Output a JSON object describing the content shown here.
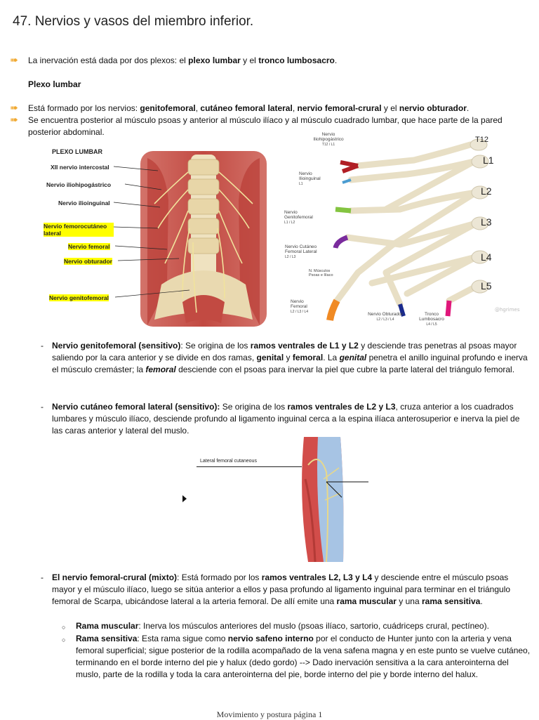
{
  "title": "47. Nervios y vasos del miembro inferior.",
  "intro": {
    "before": "La inervación está dada por dos plexos: el ",
    "plexo_lumbar": "plexo lumbar",
    "mid": " y el ",
    "tronco": "tronco lumbosacro",
    "end": "."
  },
  "heading_plexo": "Plexo lumbar",
  "line2": {
    "before": "Está formado por los nervios: ",
    "n1": "genitofemoral",
    "c1": ", ",
    "n2": "cutáneo femoral lateral",
    "c2": ", ",
    "n3": "nervio femoral-crural",
    "c3": " y el ",
    "n4": "nervio obturador",
    "end": "."
  },
  "line3": "Se encuentra posterior al músculo psoas y anterior al músculo ilíaco y al músculo cuadrado lumbar, que hace parte de la pared posterior abdominal.",
  "fig1": {
    "heading": "PLEXO LUMBAR",
    "labels": [
      "XII nervio intercostal",
      "Nervio iliohipogástrico",
      "Nervio ilioinguinal",
      "Nervio femorocutáneo lateral",
      "Nervio femoral",
      "Nervio obturador",
      "Nervio genitofemoral"
    ]
  },
  "fig2": {
    "levels": [
      "T12",
      "L1",
      "L2",
      "L3",
      "L4",
      "L5"
    ],
    "n_iliohipo": "Nervio Iliohipogástrico",
    "n_iliohipo_roots": "T12 / L1",
    "n_ilioing": "Nervio Ilioinguinal",
    "n_ilioing_roots": "L1",
    "n_genito": "Nervio Genitofemoral",
    "n_genito_roots": "L1 / L2",
    "n_cut": "Nervio Cutáneo Femoral Lateral",
    "n_cut_roots": "L2 / L3",
    "n_musc": "N. Músculos Psoas e Ilíaco",
    "n_femoral": "Nervio Femoral",
    "n_femoral_roots": "L2 / L3 / L4",
    "n_obt": "Nervio Obturador",
    "n_obt_roots": "L2 / L3 / L4",
    "n_tronco": "Tronco Lumbosacro",
    "n_tronco_roots": "L4 / L5",
    "watermark": "@hgrimes"
  },
  "genito": {
    "title": "Nervio genitofemoral (sensitivo)",
    "t1": ": Se origina de los ",
    "b1": "ramos ventrales de L1 y L2",
    "t2": " y desciende tras penetras al psoas mayor saliendo por la cara anterior y se divide en dos ramas, ",
    "b2": "genital",
    "t3": " y ",
    "b3": "femoral",
    "t4": ". La ",
    "bi1": "genital",
    "t5": " penetra el anillo inguinal profundo e inerva el músculo cremáster; la ",
    "bi2": "femoral",
    "t6": " desciende con el psoas para inervar la piel que cubre la parte lateral del triángulo femoral."
  },
  "cutaneo": {
    "title": "Nervio cutáneo femoral lateral (sensitivo):",
    "t1": " Se origina de los ",
    "b1": "ramos ventrales de L2 y L3",
    "t2": ", cruza anterior a los cuadrados lumbares y músculo ilíaco, desciende profundo al ligamento inguinal cerca a la espina ilíaca anterosuperior e inerva la piel de las caras anterior y lateral del muslo."
  },
  "fig3": {
    "label": "Lateral femoral cutaneous"
  },
  "femoral": {
    "title": "El nervio femoral-crural (mixto)",
    "t1": ": Está formado por los ",
    "b1": "ramos ventrales L2, L3 y L4",
    "t2": " y desciende entre el músculo psoas mayor y el músculo ilíaco, luego se sitúa anterior a ellos y pasa profundo al ligamento inguinal para terminar en el triángulo femoral de Scarpa, ubicándose lateral a la arteria femoral. De allí emite una ",
    "b2": "rama muscular",
    "t3": " y una ",
    "b3": "rama sensitiva",
    "t4": ".",
    "sub1_title": "Rama muscular",
    "sub1_text": ": Inerva los músculos anteriores del muslo (psoas ilíaco, sartorio, cuádriceps crural, pectíneo).",
    "sub2_title": "Rama sensitiva",
    "sub2_t1": ": Esta rama sigue como ",
    "sub2_b1": "nervio safeno interno",
    "sub2_t2": " por el conducto de Hunter junto con la arteria y vena femoral superficial; sigue posterior de la rodilla acompañado de la vena safena magna y en este punto se vuelve cutáneo, terminando en el borde interno del pie y halux (dedo gordo) --> Dado inervación sensitiva a la cara anterointerna del muslo, parte de la rodilla y toda la cara anterointerna del pie, borde interno del pie y borde interno del halux."
  },
  "footer": "Movimiento y postura página 1"
}
